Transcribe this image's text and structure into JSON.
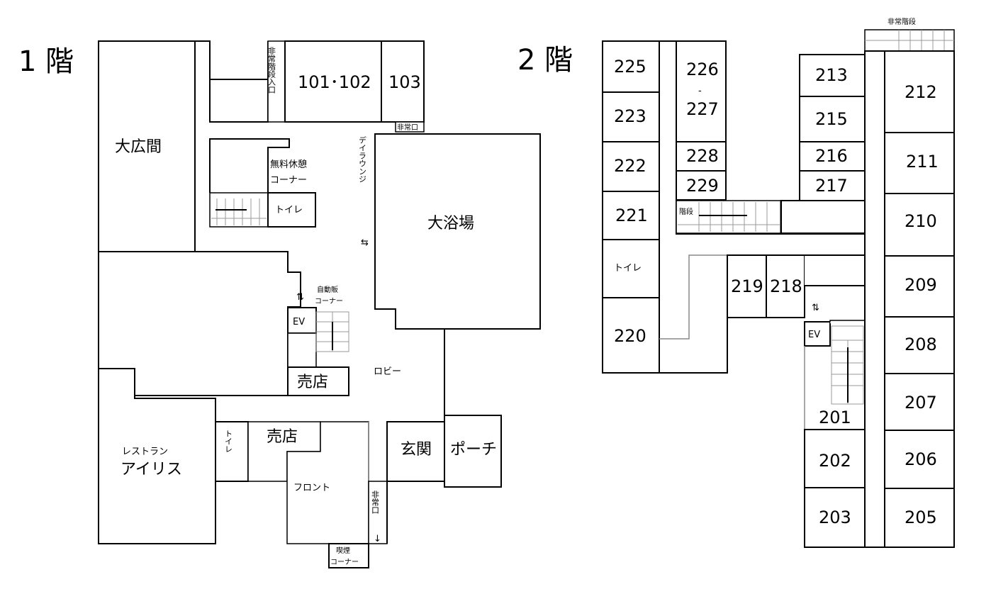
{
  "floors": [
    {
      "title": "1 階",
      "rooms": {
        "great_hall": "大広間",
        "room_101_102": "101･102",
        "room_103": "103",
        "emergency_exit_side": "非常口",
        "emergency_stairs_vertical": "非常階段入口",
        "free_rest_line1": "無料休憩",
        "free_rest_line2": "コーナー",
        "toilet_upper": "トイレ",
        "day_lounge": "デイラウンジ",
        "big_bath": "大浴場",
        "vending_line1": "自動販",
        "vending_line2": "コーナー",
        "ev": "EV",
        "shop_upper": "売店",
        "lobby": "ロビー",
        "restaurant_line1": "レストラン",
        "restaurant_line2": "アイリス",
        "toilet_lower": "トイレ",
        "shop_lower": "売店",
        "front": "フロント",
        "entrance": "玄関",
        "porch": "ポーチ",
        "emergency_exit_front": "非常口",
        "smoking_line1": "喫煙",
        "smoking_line2": "コーナー"
      }
    },
    {
      "title": "2 階",
      "rooms": {
        "emergency_stairs": "非常階段",
        "r225": "225",
        "r223": "223",
        "r222": "222",
        "r221": "221",
        "toilet": "トイレ",
        "r220": "220",
        "r226_227_a": "226",
        "r226_227_b": "-",
        "r226_227_c": "227",
        "r228": "228",
        "r229": "229",
        "stairs_small": "階段",
        "r213": "213",
        "r215": "215",
        "r216": "216",
        "r217": "217",
        "r219": "219",
        "r218": "218",
        "ev": "EV",
        "r201": "201",
        "r202": "202",
        "r203": "203",
        "r212": "212",
        "r211": "211",
        "r210": "210",
        "r209": "209",
        "r208": "208",
        "r207": "207",
        "r206": "206",
        "r205": "205"
      }
    }
  ]
}
